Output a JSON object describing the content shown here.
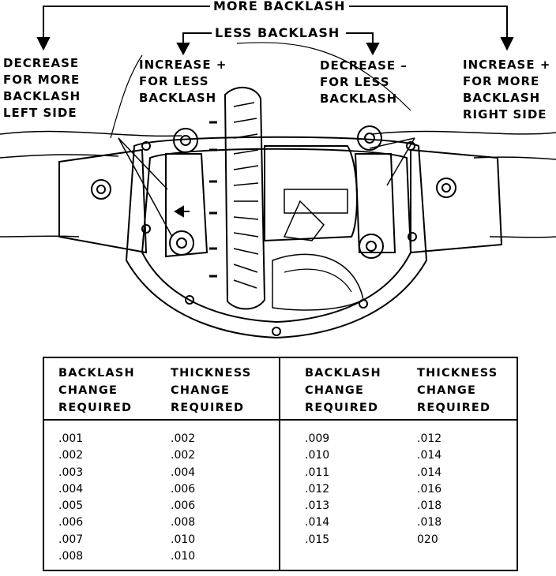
{
  "labels": {
    "more_backlash": "MORE BACKLASH",
    "less_backlash": "LESS BACKLASH",
    "left_decrease": "DECREASE\nFOR MORE\nBACKLASH\nLEFT SIDE",
    "left_increase": "INCREASE +\nFOR LESS\nBACKLASH",
    "right_decrease": "DECREASE –\nFOR LESS\nBACKLASH",
    "right_increase": "INCREASE +\nFOR MORE\nBACKLASH\nRIGHT SIDE"
  },
  "table": {
    "headers": [
      "BACKLASH\nCHANGE\nREQUIRED",
      "THICKNESS\nCHANGE\nREQUIRED",
      "BACKLASH\nCHANGE\nREQUIRED",
      "THICKNESS\nCHANGE\nREQUIRED"
    ],
    "left_backlash": [
      ".001",
      ".002",
      ".003",
      ".004",
      ".005",
      ".006",
      ".007",
      ".008"
    ],
    "left_thickness": [
      ".002",
      ".002",
      ".004",
      ".006",
      ".006",
      ".008",
      ".010",
      ".010"
    ],
    "right_backlash": [
      ".009",
      ".010",
      ".011",
      ".012",
      ".013",
      ".014",
      ".015"
    ],
    "right_thickness": [
      ".012",
      ".014",
      ".014",
      ".016",
      ".018",
      ".018",
      "020"
    ]
  }
}
